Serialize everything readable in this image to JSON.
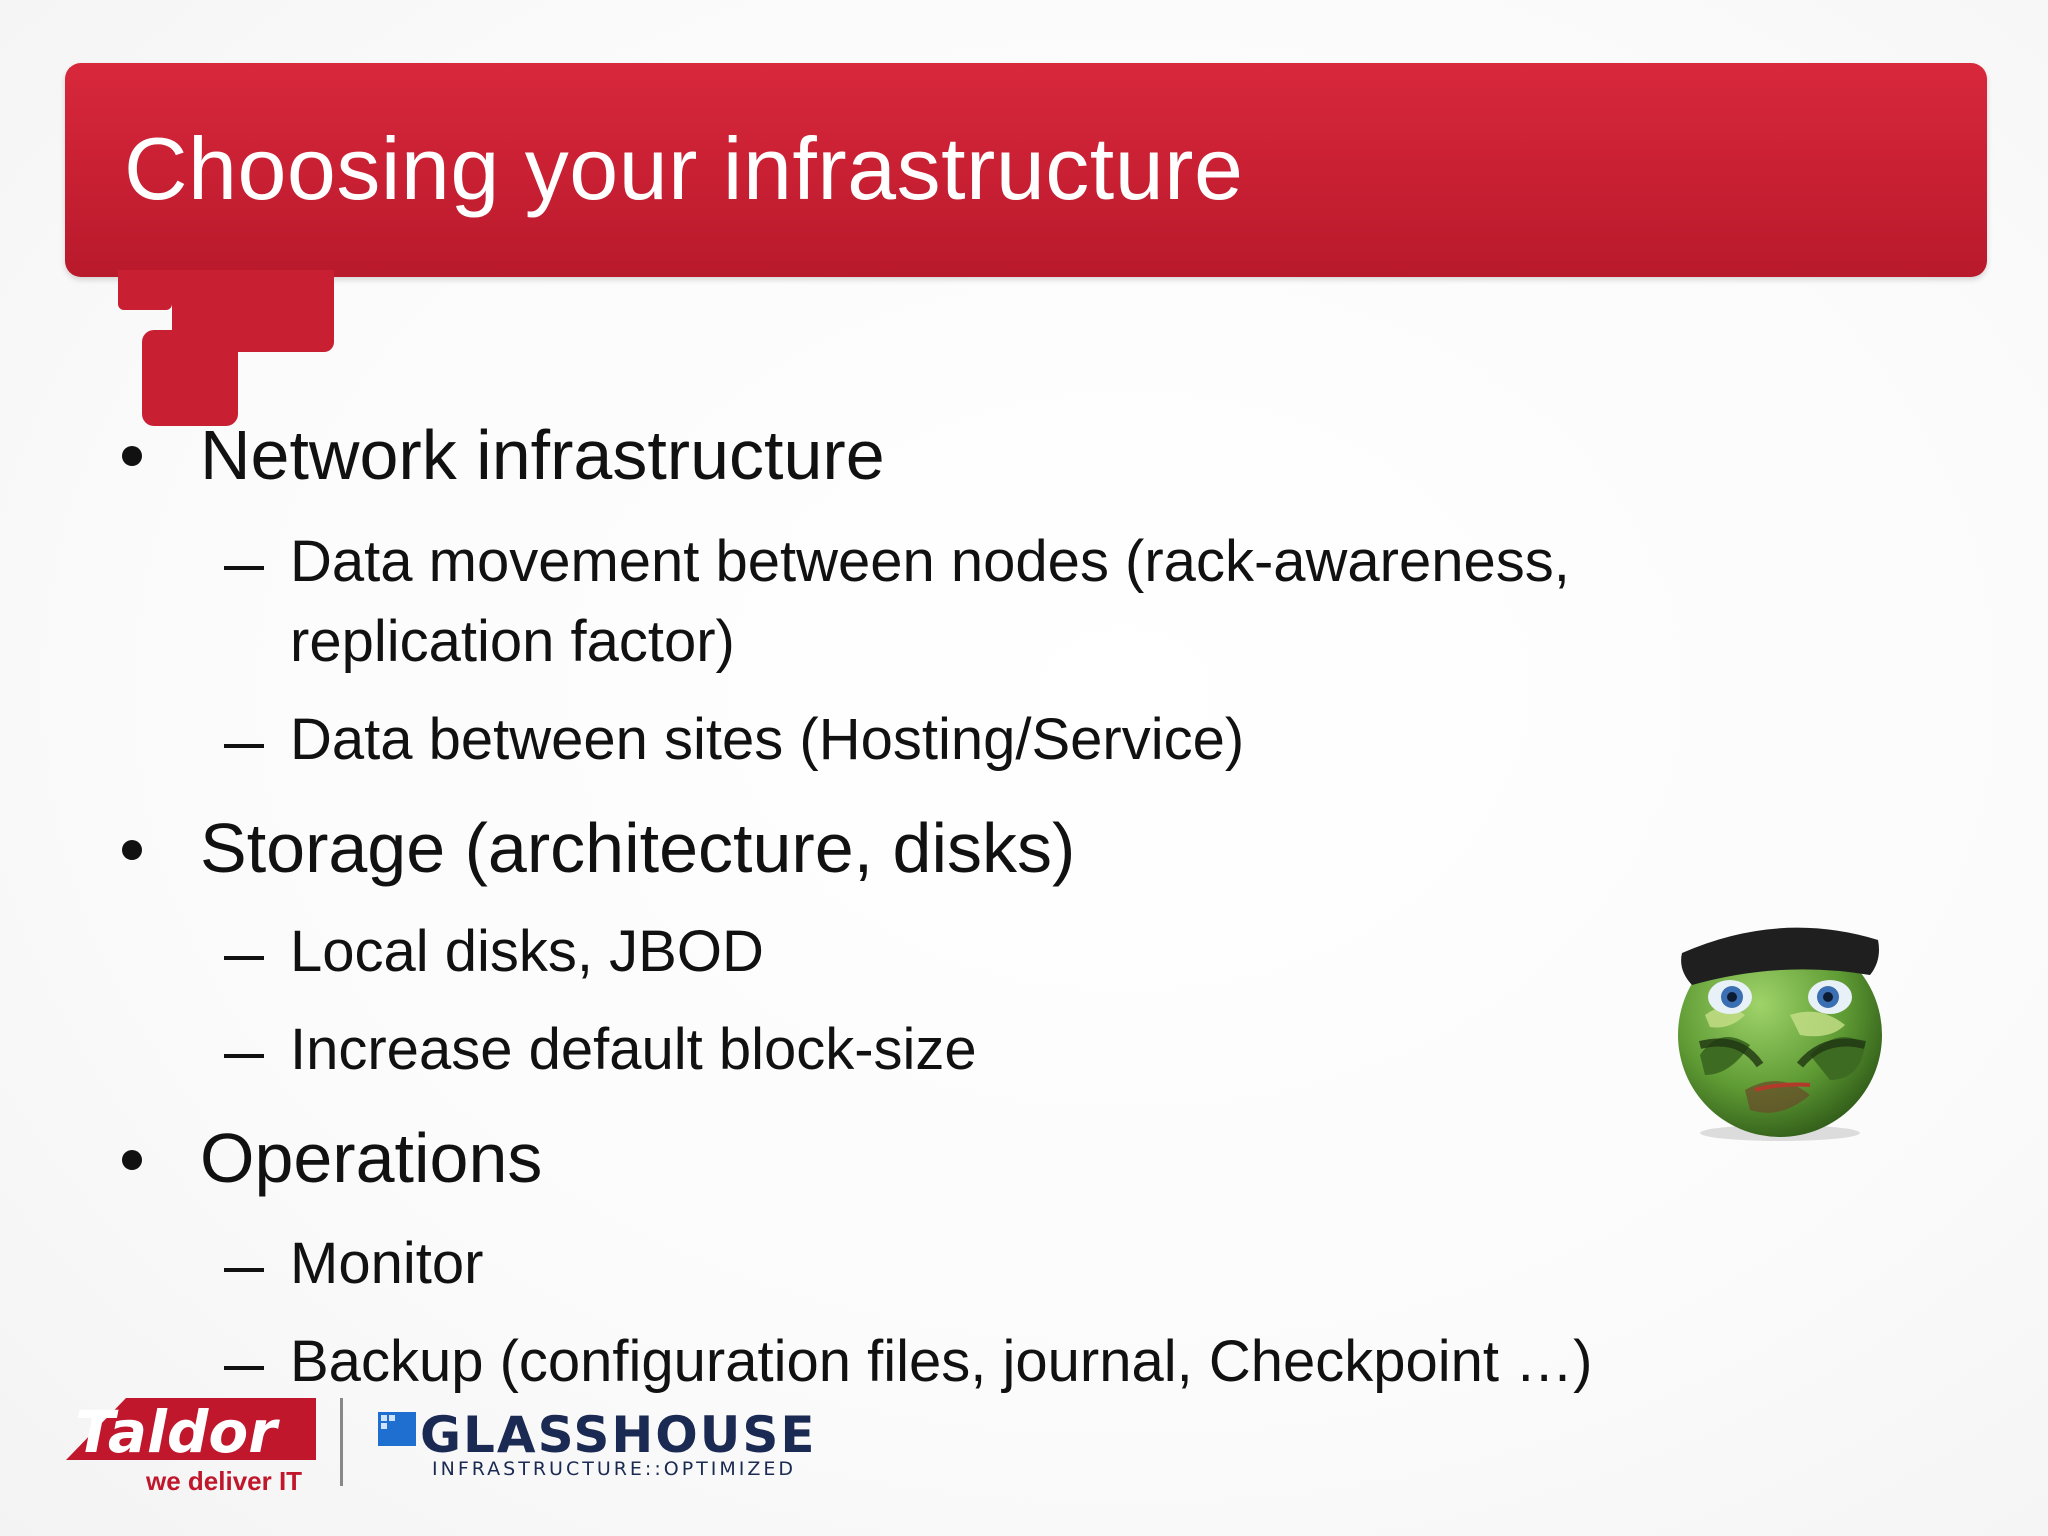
{
  "slide": {
    "title": "Choosing your infrastructure",
    "bullets": [
      {
        "text": "Network infrastructure",
        "sub": [
          {
            "line1": "Data movement between nodes (rack-awareness,",
            "line2": "replication factor)"
          },
          {
            "line1": "Data between sites (Hosting/Service)"
          }
        ]
      },
      {
        "text": "Storage (architecture, disks)",
        "sub": [
          {
            "line1": "Local disks, JBOD"
          },
          {
            "line1": "Increase default block-size"
          }
        ]
      },
      {
        "text": "Operations",
        "sub": [
          {
            "line1": "Monitor"
          },
          {
            "line1": "Backup (configuration files, journal, Checkpoint …)"
          }
        ]
      }
    ]
  },
  "footer": {
    "taldor_logo": "Taldor",
    "taldor_tagline": "we deliver IT",
    "glasshouse_logo": "GLASSHOUSE",
    "glasshouse_tagline": "INFRASTRUCTURE::OPTIMIZED"
  },
  "colors": {
    "banner_red": "#c81f33",
    "glasshouse_navy": "#1b2a52",
    "camo_green": "#4f8a2e"
  },
  "icons": {
    "mascot": "camouflage-soldier-smiley"
  }
}
